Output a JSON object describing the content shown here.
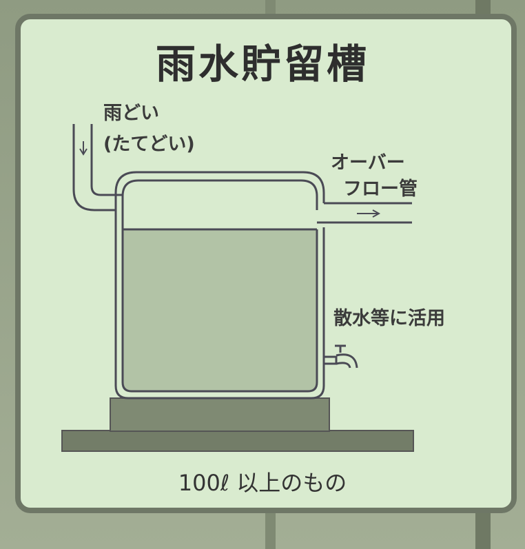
{
  "title": "雨水貯留槽",
  "labels": {
    "downspout_line1": "雨どい",
    "downspout_line2": "(たてどい)",
    "overflow_line1": "オーバー",
    "overflow_line2": "フロー管",
    "usage": "散水等に活用"
  },
  "footer": "100ℓ 以上のもの",
  "colors": {
    "panel": "#d9ebcf",
    "water": "#b2c3a6",
    "pipe": "#4a4a55",
    "base": "#7f8a73",
    "ground": "#737d68"
  }
}
